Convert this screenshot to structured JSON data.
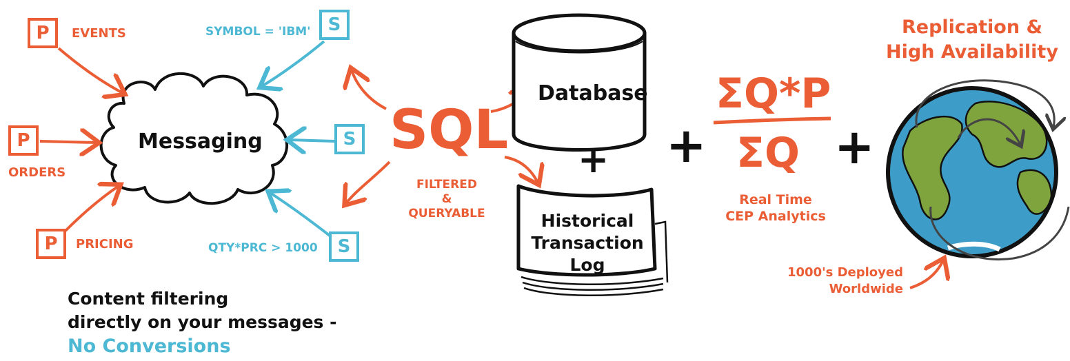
{
  "colors": {
    "orange": "#ea5d35",
    "blue": "#4cb8d3",
    "black": "#111111",
    "ocean": "#3d9dc8",
    "land": "#7fa33d"
  },
  "publishers": [
    {
      "letter": "P",
      "label": "EVENTS"
    },
    {
      "letter": "P",
      "label": "ORDERS"
    },
    {
      "letter": "P",
      "label": "PRICING"
    }
  ],
  "subscribers": [
    {
      "letter": "S",
      "label": "SYMBOL = 'IBM'"
    },
    {
      "letter": "S",
      "label": ""
    },
    {
      "letter": "S",
      "label": "QTY*PRC > 1000"
    }
  ],
  "messaging_label": "Messaging",
  "sql_label": "SQL",
  "filtered_label": [
    "FILTERED",
    "&",
    "QUERYABLE"
  ],
  "database_label": "Database",
  "plus": "+",
  "log_label": [
    "Historical",
    "Transaction",
    "Log"
  ],
  "formula": {
    "numerator": "ΣQ*P",
    "denominator": "ΣQ"
  },
  "analytics_label": [
    "Real Time",
    "CEP Analytics"
  ],
  "replication_label": [
    "Replication &",
    "High Availability"
  ],
  "deployed_label": [
    "1000's Deployed",
    "Worldwide"
  ],
  "footer": {
    "line1": "Content filtering",
    "line2": "directly on your messages -",
    "line3": "No Conversions"
  }
}
